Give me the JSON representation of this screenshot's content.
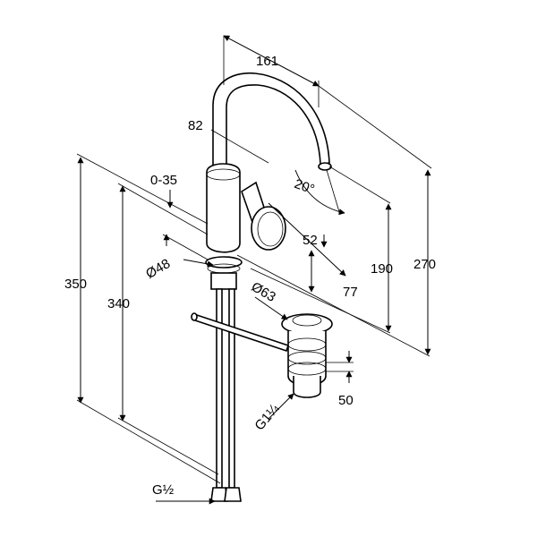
{
  "dimensions": {
    "spout_reach": "161",
    "spout_height": "82",
    "lift_range": "0-35",
    "swivel_angle": "20°",
    "base_diameter": "Ø48",
    "handle_offset": "52",
    "spout_projection": "77",
    "waste_diameter": "Ø63",
    "total_height": "350",
    "body_height": "340",
    "outlet_height": "190",
    "overall_height": "270",
    "waste_height": "50",
    "waste_thread": "G1¼",
    "supply_thread": "G½"
  }
}
